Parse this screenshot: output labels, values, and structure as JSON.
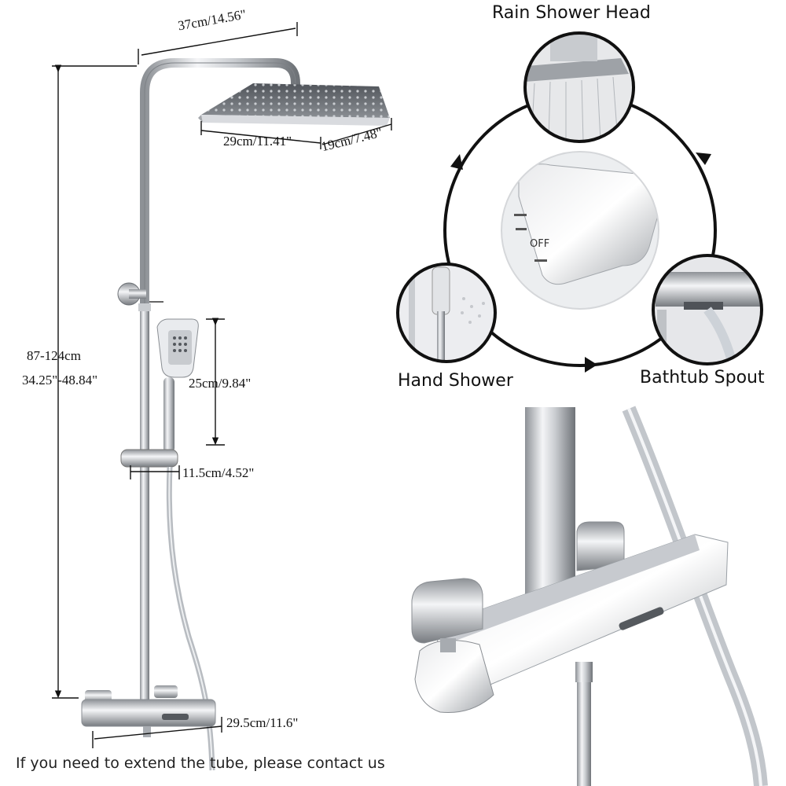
{
  "dimensions": {
    "top_arm": "37cm/14.56\"",
    "head_width": "29cm/11.41\"",
    "head_depth": "19cm/7.48\"",
    "height_cm": "87-124cm",
    "height_in": "34.25\"-48.84\"",
    "hand_shower_length": "25cm/9.84\"",
    "slider_width": "11.5cm/4.52\"",
    "valve_width": "29.5cm/11.6\""
  },
  "functions": {
    "rain": "Rain Shower Head",
    "hand": "Hand Shower",
    "spout": "Bathtub Spout",
    "dial_off": "OFF"
  },
  "footer_note": "If you need to extend the tube, please contact us",
  "colors": {
    "chrome_light": "#f2f3f5",
    "chrome_dark": "#6b6f74",
    "line": "#111111"
  }
}
